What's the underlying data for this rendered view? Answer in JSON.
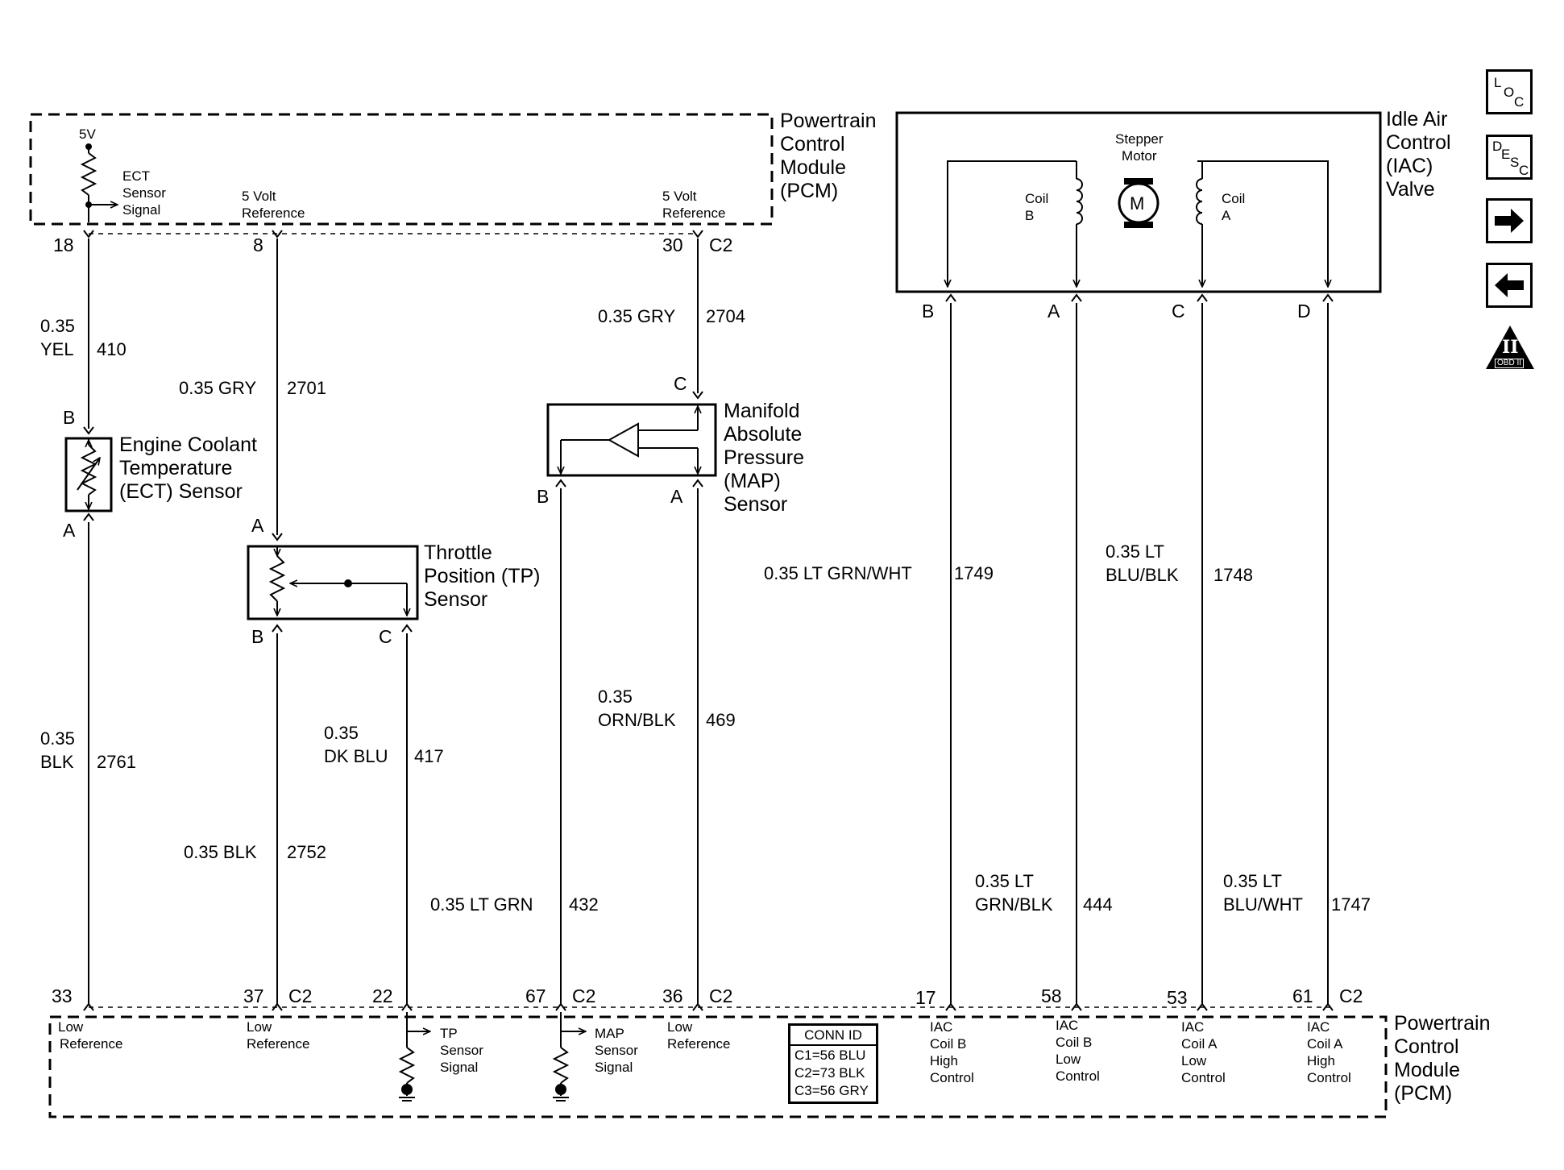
{
  "modules": {
    "pcm_top": [
      "Powertrain",
      "Control",
      "Module",
      "(PCM)"
    ],
    "pcm_bottom": [
      "Powertrain",
      "Control",
      "Module",
      "(PCM)"
    ],
    "iac": [
      "Idle Air",
      "Control",
      "(IAC)",
      "Valve"
    ]
  },
  "pcm_internal": {
    "v5": "5V",
    "ect_signal": [
      "ECT",
      "Sensor",
      "Signal"
    ],
    "ref5_a": [
      "5 Volt",
      "Reference"
    ],
    "ref5_b": [
      "5 Volt",
      "Reference"
    ],
    "low_ref_1": [
      "Low",
      "Reference"
    ],
    "low_ref_2": [
      "Low",
      "Reference"
    ],
    "tp_signal": [
      "TP",
      "Sensor",
      "Signal"
    ],
    "map_signal": [
      "MAP",
      "Sensor",
      "Signal"
    ],
    "low_ref_3": [
      "Low",
      "Reference"
    ],
    "iac_b_high": [
      "IAC",
      "Coil B",
      "High",
      "Control"
    ],
    "iac_b_low": [
      "IAC",
      "Coil B",
      "Low",
      "Control"
    ],
    "iac_a_low": [
      "IAC",
      "Coil A",
      "Low",
      "Control"
    ],
    "iac_a_high": [
      "IAC",
      "Coil A",
      "High",
      "Control"
    ]
  },
  "stepper": {
    "title": [
      "Stepper",
      "Motor"
    ],
    "motor_letter": "M",
    "coil_b": [
      "Coil",
      "B"
    ],
    "coil_a": [
      "Coil",
      "A"
    ]
  },
  "pins": {
    "p18": "18",
    "p8": "8",
    "p30": "30",
    "c2_30": "C2",
    "p33": "33",
    "p37": "37",
    "c2_37": "C2",
    "p22": "22",
    "p67": "67",
    "c2_67": "C2",
    "p36": "36",
    "c2_36": "C2",
    "p17": "17",
    "p58": "58",
    "p53": "53",
    "p61": "61",
    "c2_61": "C2"
  },
  "terminals": {
    "ect_b": "B",
    "ect_a": "A",
    "tp_a": "A",
    "tp_b": "B",
    "tp_c": "C",
    "map_c": "C",
    "map_b": "B",
    "map_a": "A",
    "iac_b": "B",
    "iac_a": "A",
    "iac_c": "C",
    "iac_d": "D"
  },
  "wires": {
    "w410": {
      "size": "0.35",
      "color": "YEL",
      "circuit": "410"
    },
    "w2701": {
      "label": "0.35 GRY",
      "circuit": "2701"
    },
    "w2704": {
      "label": "0.35 GRY",
      "circuit": "2704"
    },
    "w2761": {
      "size": "0.35",
      "color": "BLK",
      "circuit": "2761"
    },
    "w2752": {
      "label": "0.35 BLK",
      "circuit": "2752"
    },
    "w417": {
      "size": "0.35",
      "color": "DK BLU",
      "circuit": "417"
    },
    "w469": {
      "size": "0.35",
      "color": "ORN/BLK",
      "circuit": "469"
    },
    "w432": {
      "label": "0.35 LT GRN",
      "circuit": "432"
    },
    "w1749": {
      "label": "0.35 LT GRN/WHT",
      "circuit": "1749"
    },
    "w1748": {
      "size": "0.35 LT",
      "color": "BLU/BLK",
      "circuit": "1748"
    },
    "w444": {
      "size": "0.35 LT",
      "color": "GRN/BLK",
      "circuit": "444"
    },
    "w1747": {
      "size": "0.35 LT",
      "color": "BLU/WHT",
      "circuit": "1747"
    }
  },
  "components": {
    "ect": [
      "Engine Coolant",
      "Temperature",
      "(ECT) Sensor"
    ],
    "tp": [
      "Throttle",
      "Position (TP)",
      "Sensor"
    ],
    "map": [
      "Manifold",
      "Absolute",
      "Pressure",
      "(MAP)",
      "Sensor"
    ]
  },
  "conn_id": {
    "title": "CONN ID",
    "rows": [
      "C1=56 BLU",
      "C2=73 BLK",
      "C3=56 GRY"
    ]
  },
  "nav": {
    "loc": [
      "L",
      "O",
      "C"
    ],
    "desc": [
      "D",
      "E",
      "S",
      "C"
    ],
    "obd_numeral": "II",
    "obd_text": "OBD II"
  }
}
